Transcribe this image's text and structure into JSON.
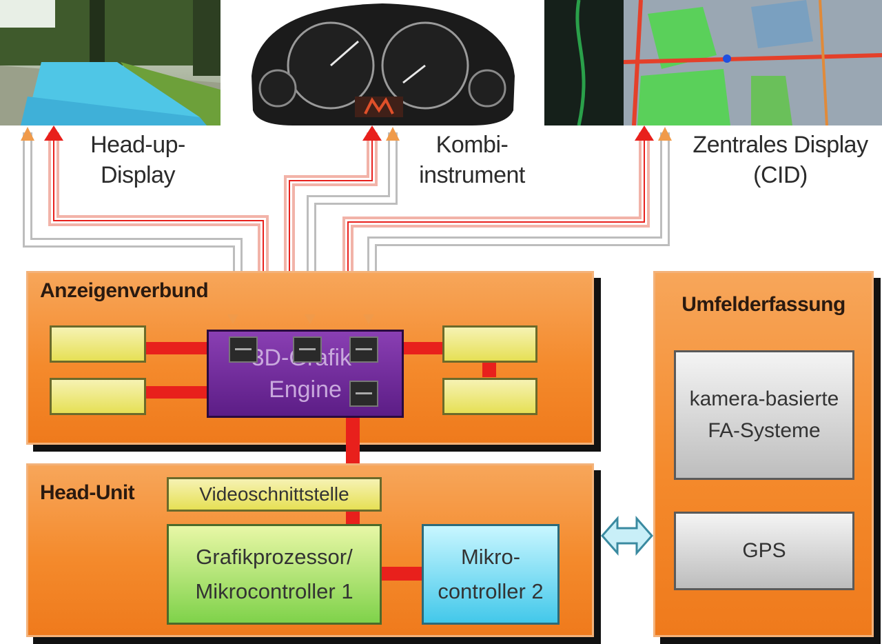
{
  "displays": {
    "hud": {
      "label_line1": "Head-up-",
      "label_line2": "Display"
    },
    "cluster": {
      "label_line1": "Kombi-",
      "label_line2": "instrument"
    },
    "cid": {
      "label_line1": "Zentrales Display",
      "label_line2": "(CID)"
    }
  },
  "anzeigenverbund": {
    "title": "Anzeigenverbund",
    "engine_line1": "3D-Grafik-",
    "engine_line2": "Engine"
  },
  "head_unit": {
    "title": "Head-Unit",
    "video_interface": "Videoschnittstelle",
    "gpu_line1": "Grafikprozessor/",
    "gpu_line2": "Mikrocontroller 1",
    "mcu2_line1": "Mikro-",
    "mcu2_line2": "controller 2"
  },
  "umfelderfassung": {
    "title": "Umfelderfassung",
    "camera_line1": "kamera-basierte",
    "camera_line2": "FA-Systeme",
    "gps": "GPS"
  },
  "colors": {
    "orange": "#f48a2c",
    "red_connector": "#e8201c",
    "engine_purple": "#6a2596",
    "cyan_arrow": "#bfeaf5"
  }
}
